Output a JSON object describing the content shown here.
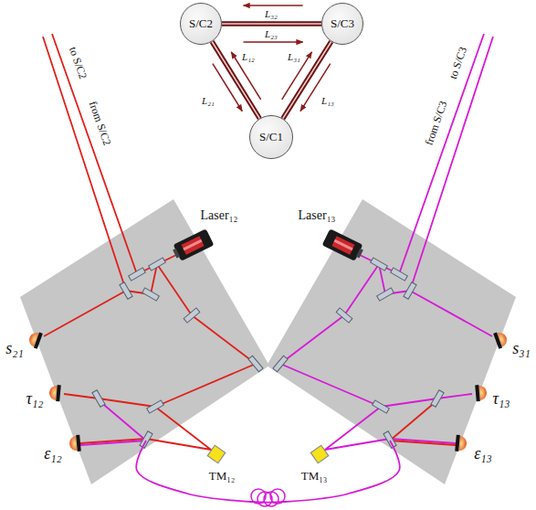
{
  "diagram": {
    "nodes": [
      {
        "text": [
          "S/C2"
        ]
      },
      {
        "text": [
          "S/C3"
        ]
      },
      {
        "text": [
          "S/C1"
        ]
      }
    ],
    "edges": [
      {
        "from": 0,
        "to": 1,
        "arrow": "none"
      },
      {
        "from": 1,
        "to": 2,
        "arrow": "none"
      },
      {
        "from": 2,
        "to": 0,
        "arrow": "none"
      }
    ],
    "labels": [
      "L₃₂",
      "L₂₃",
      "L₁₂",
      "L₂₁",
      "L₃₁",
      "L₁₃",
      "to S/C2",
      "from S/C2",
      "Laser₁₂",
      "s₂₁",
      "τ₁₂",
      "ε₁₂",
      "TM₁₂",
      "Laser₁₃",
      "to S/C3",
      "from S/C3",
      "s₃₁",
      "τ₁₃",
      "ε₁₃",
      "TM₁₃"
    ]
  }
}
